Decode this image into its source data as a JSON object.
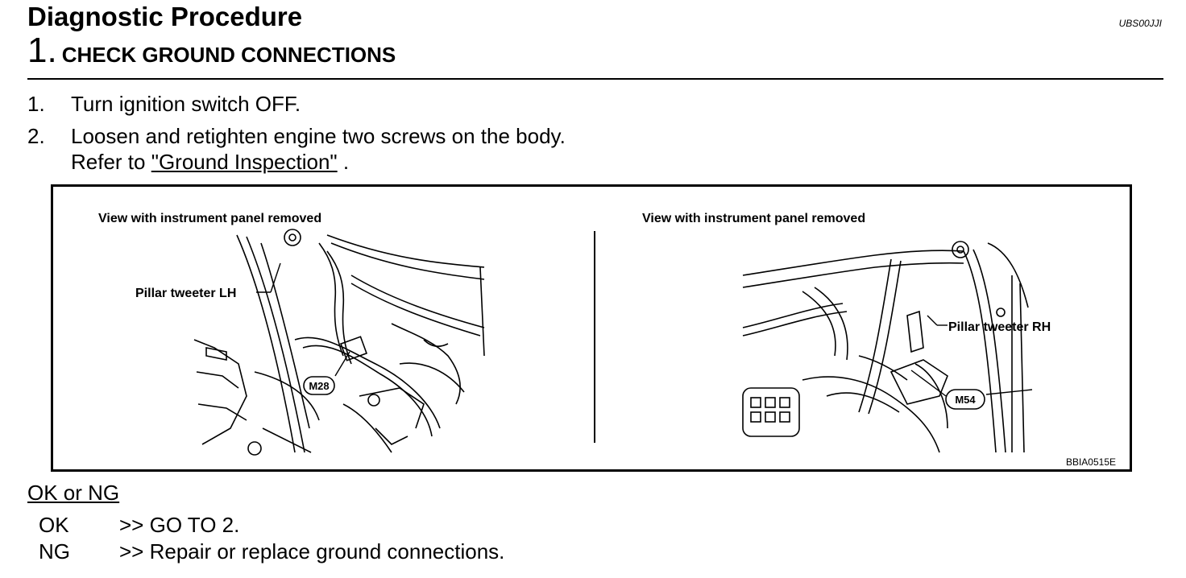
{
  "header": {
    "title": "Diagnostic Procedure",
    "code": "UBS00JJI"
  },
  "step": {
    "number": "1.",
    "title": "CHECK GROUND CONNECTIONS"
  },
  "instructions": [
    {
      "num": "1.",
      "text": "Turn ignition switch OFF."
    },
    {
      "num": "2.",
      "text": "Loosen and retighten engine two screws on the body.",
      "refer_prefix": "Refer to ",
      "refer_link": "\"Ground Inspection\"",
      "refer_suffix": " ."
    }
  ],
  "figure": {
    "left_caption": "View with instrument panel removed",
    "right_caption": "View with instrument panel removed",
    "left_callout": "Pillar tweeter LH",
    "right_callout": "Pillar tweeter RH",
    "left_connector": "M28",
    "right_connector": "M54",
    "figure_id": "BBIA0515E"
  },
  "result": {
    "label": "OK or NG",
    "rows": [
      {
        "key": "OK",
        "action": ">> GO TO 2."
      },
      {
        "key": "NG",
        "action": ">> Repair or replace ground connections."
      }
    ]
  }
}
